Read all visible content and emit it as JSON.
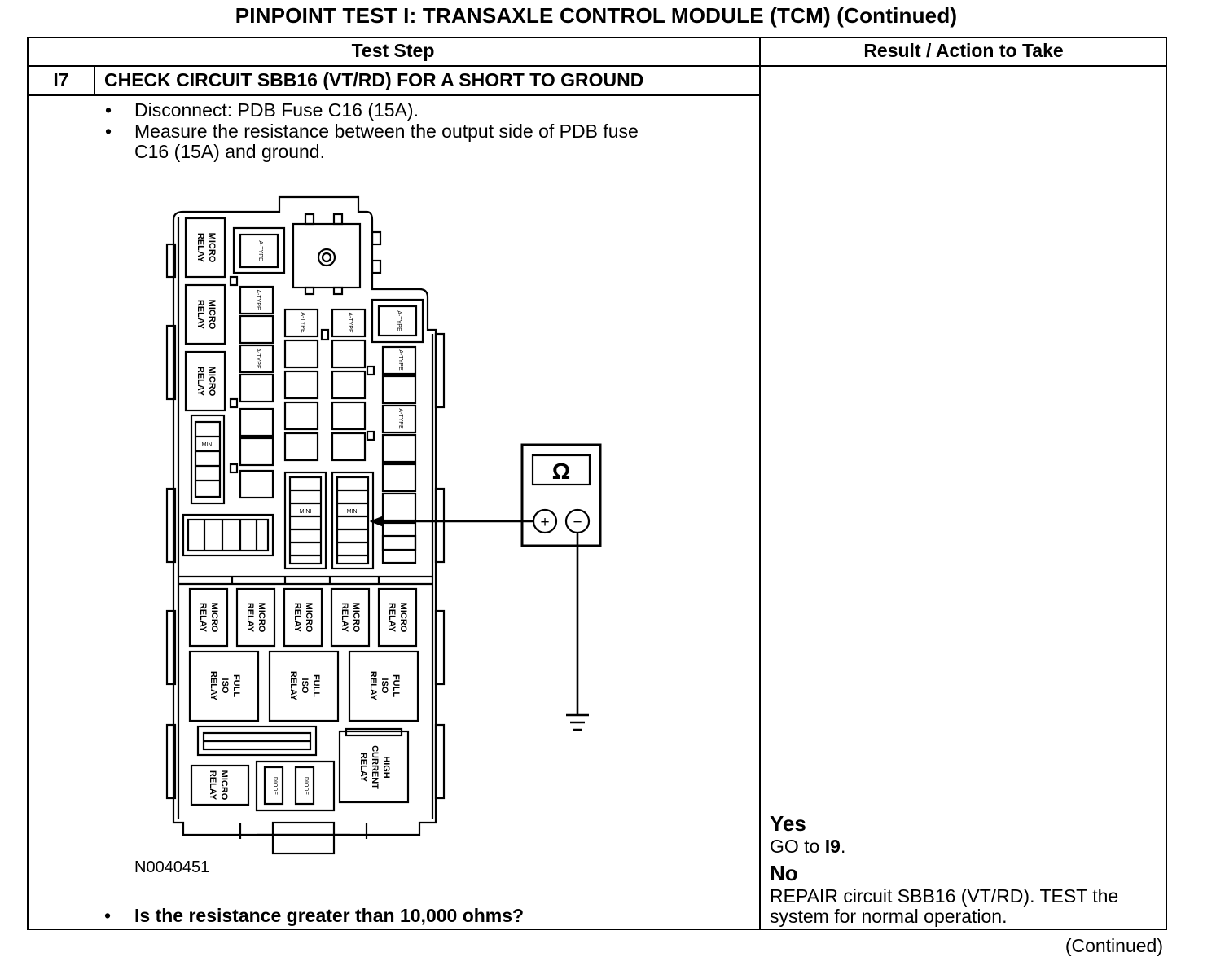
{
  "page": {
    "title": "PINPOINT TEST I: TRANSAXLE CONTROL MODULE (TCM) (Continued)",
    "continued_footer": "(Continued)"
  },
  "table": {
    "headers": {
      "test_step": "Test Step",
      "result_action": "Result / Action to Take"
    },
    "step": {
      "number": "I7",
      "title": "CHECK CIRCUIT SBB16 (VT/RD) FOR A SHORT TO GROUND",
      "bullets": [
        "Disconnect: PDB Fuse C16 (15A).",
        "Measure the resistance between the output side of PDB fuse",
        "C16 (15A) and ground."
      ],
      "question": "Is the resistance greater than 10,000 ohms?",
      "bullet_symbol": "•"
    },
    "figure": {
      "id": "N0040451",
      "meter_symbol": "Ω",
      "plus": "+",
      "minus": "−",
      "labels": {
        "micro_relay_1": "MICRO",
        "micro_relay_2": "RELAY",
        "full_iso_1": "FULL",
        "full_iso_2": "ISO",
        "full_iso_3": "RELAY",
        "high_current_1": "HIGH",
        "high_current_2": "CURRENT",
        "high_current_3": "RELAY",
        "atype": "A-TYPE",
        "mini": "MINI",
        "diode": "DIODE"
      }
    },
    "results": {
      "yes_label": "Yes",
      "yes_prefix": "GO to ",
      "yes_target": "I9",
      "yes_suffix": ".",
      "no_label": "No",
      "no_line1": "REPAIR circuit SBB16 (VT/RD). TEST the",
      "no_line2": "system for normal operation."
    }
  }
}
